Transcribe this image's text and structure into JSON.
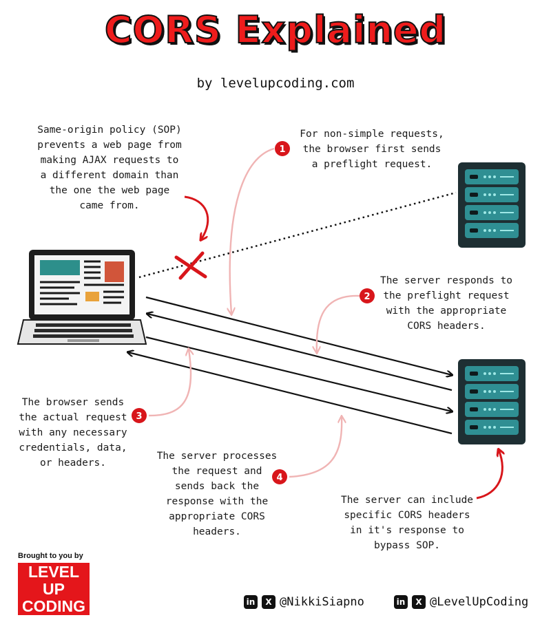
{
  "title": "CORS Explained",
  "byline": "by levelupcoding.com",
  "notes": {
    "sop": [
      "Same-origin policy (SOP)",
      "prevents a web page from",
      "making AJAX requests to",
      "a different domain than",
      "the one the web page",
      "came from."
    ],
    "preflight": [
      "For non-simple requests,",
      "the browser first sends",
      "a preflight request."
    ],
    "server_responds": [
      "The server responds to",
      "the preflight request",
      "with the appropriate",
      "CORS headers."
    ],
    "actual_request": [
      "The browser sends",
      "the actual request",
      "with any necessary",
      "credentials, data,",
      "or headers."
    ],
    "processes": [
      "The server processes",
      "the request and",
      "sends back the",
      "response with the",
      "appropriate CORS",
      "headers."
    ],
    "server_include": [
      "The server can include",
      "specific CORS headers",
      "in it's response to",
      "bypass SOP."
    ]
  },
  "steps": [
    "1",
    "2",
    "3",
    "4"
  ],
  "icons": {
    "laptop": "laptop-icon",
    "server": "server-rack-icon",
    "blocked": "cross-mark-icon",
    "linkedin": "in",
    "x": "X"
  },
  "footer": {
    "brought_by": "Brought to you by",
    "logo_line1": "LEVEL UP",
    "logo_line2": "CODING",
    "social_1_handle": "@NikkiSiapno",
    "social_2_handle": "@LevelUpCoding"
  },
  "colors": {
    "accent_red": "#ee1c1c",
    "pink_arrow": "#f0b4b4",
    "server_teal": "#2f8f93",
    "server_dark": "#1e2f33",
    "logo_red": "#e4161b"
  }
}
